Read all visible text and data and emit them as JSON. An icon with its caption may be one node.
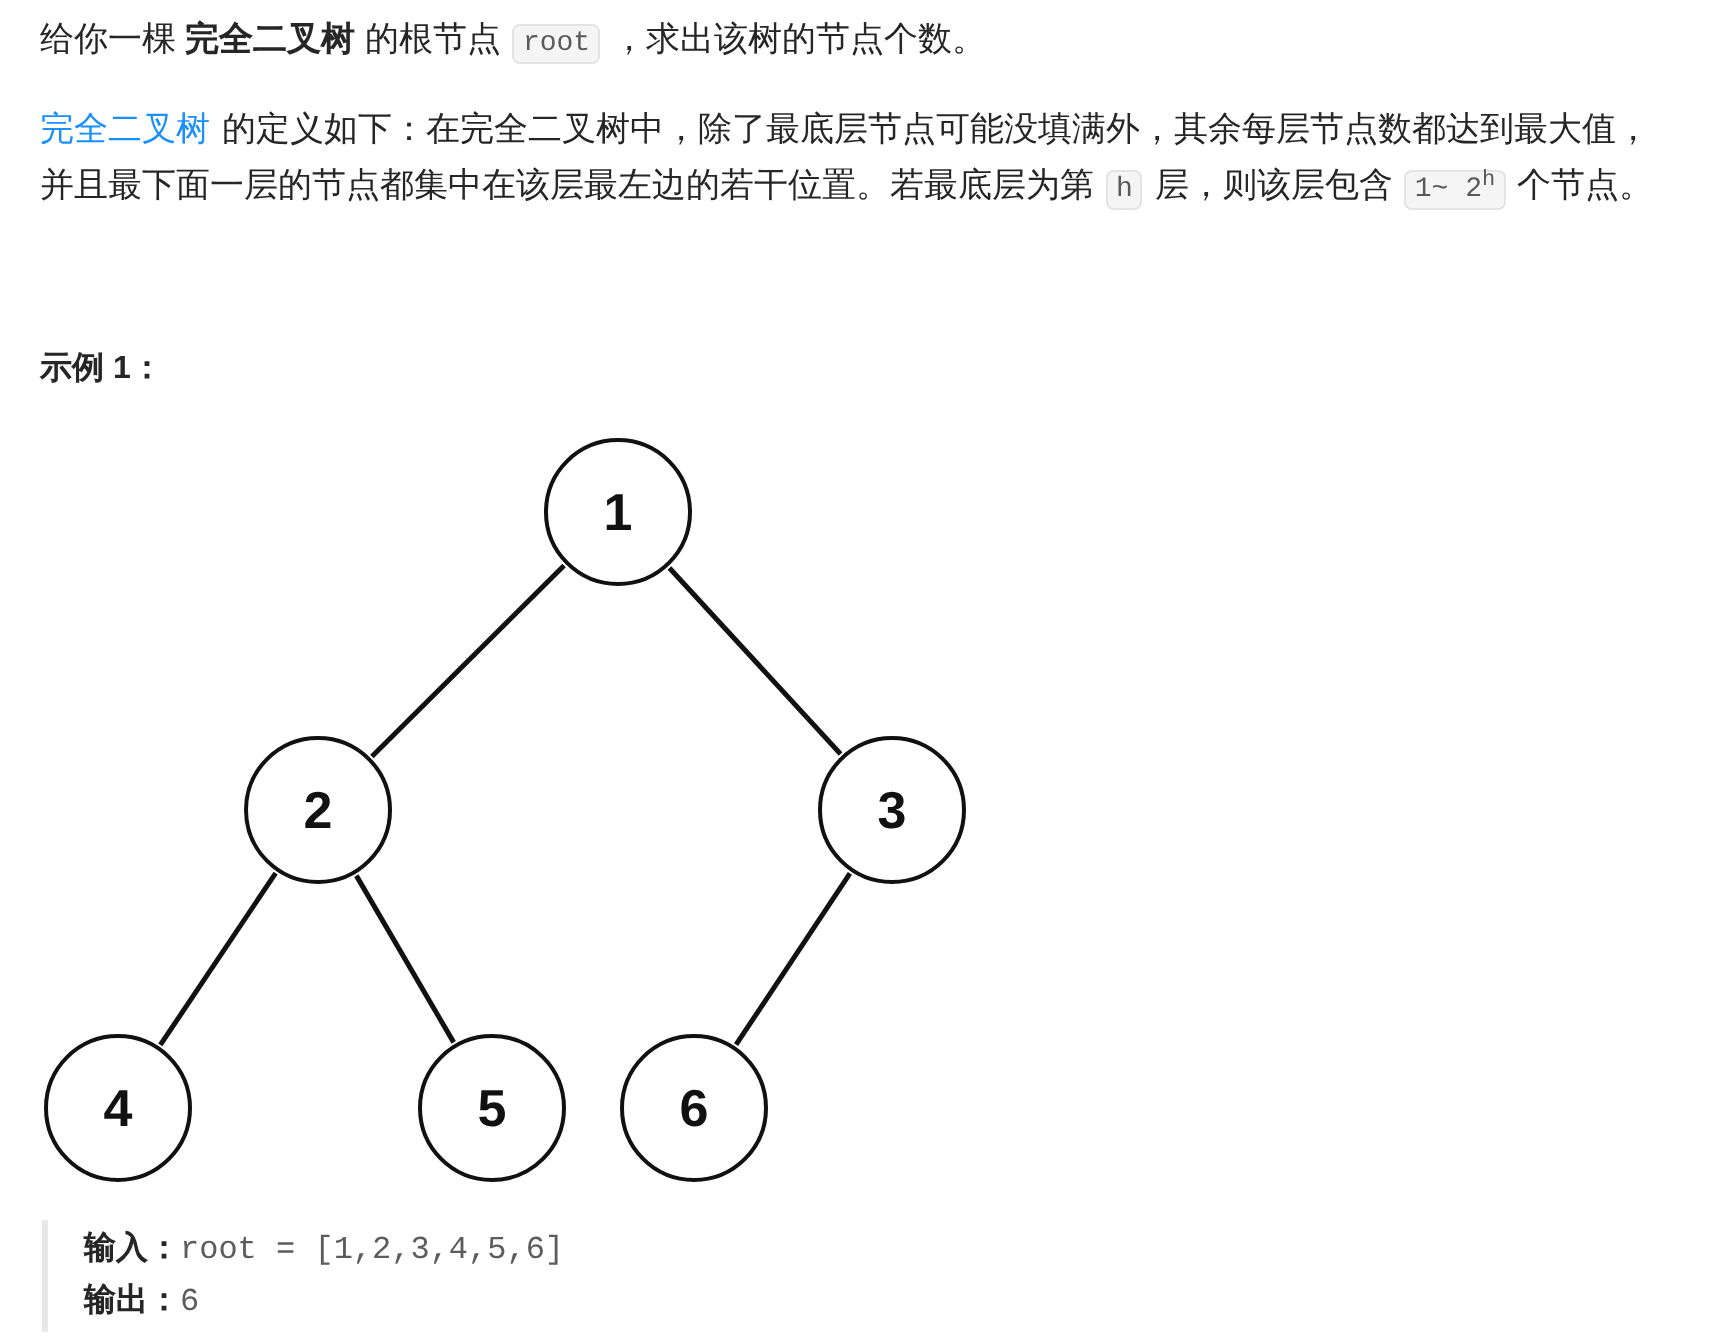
{
  "diagram": {
    "nodes": [
      {
        "text": [
          "1"
        ]
      },
      {
        "text": [
          "2"
        ]
      },
      {
        "text": [
          "3"
        ]
      },
      {
        "text": [
          "4"
        ]
      },
      {
        "text": [
          "5"
        ]
      },
      {
        "text": [
          "6"
        ]
      }
    ],
    "edges": [
      {
        "from": 0,
        "to": 1,
        "arrow": "none"
      },
      {
        "from": 0,
        "to": 2,
        "arrow": "none"
      },
      {
        "from": 1,
        "to": 3,
        "arrow": "none"
      },
      {
        "from": 1,
        "to": 4,
        "arrow": "none"
      },
      {
        "from": 2,
        "to": 5,
        "arrow": "none"
      }
    ],
    "labels": [
      "给你一棵 **完全二叉树** 的根节点",
      "root",
      "，求出该树的节点个数。",
      "完全二叉树",
      "的定义如下：在完全二叉树中，除了最底层节点可能没填满外，其余每层节点数都达到最大值，并且最下面一层的节点都集中在该层最左边的若干位置。若最底层为第",
      "h",
      "层，则该层包含",
      "1~ 2$^{h}$",
      "个节点。",
      "示例 1：",
      "输入：",
      "root = [1,2,3,4,5,6]",
      "输出：",
      "6"
    ]
  }
}
